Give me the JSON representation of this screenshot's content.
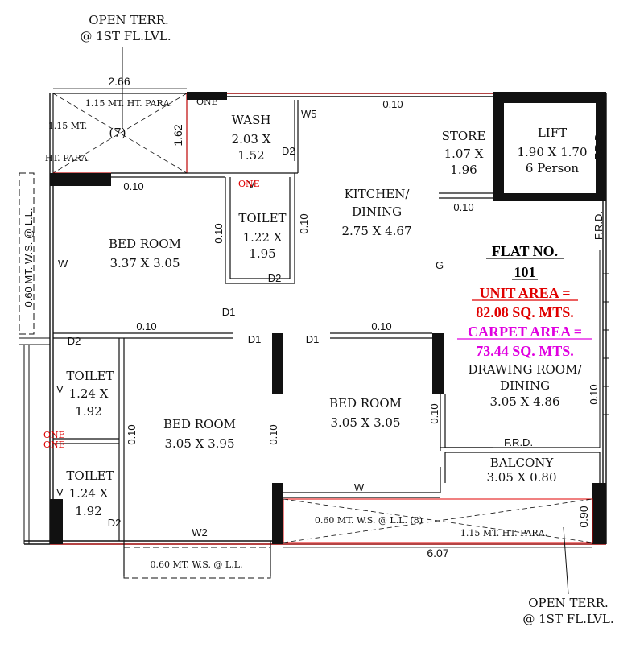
{
  "flat": {
    "title": "FLAT NO.",
    "number": "101",
    "unit_area_label": "UNIT AREA =",
    "unit_area_value": "82.08 SQ. MTS.",
    "carpet_area_label": "CARPET AREA =",
    "carpet_area_value": "73.44 SQ. MTS."
  },
  "colors": {
    "unit_area": "#e00000",
    "carpet_area": "#e000e0",
    "walls": "#111111",
    "boundary": "#e00000"
  },
  "rooms": {
    "wash": {
      "name": "WASH",
      "size": "2.03 X",
      "size2": "1.52"
    },
    "store": {
      "name": "STORE",
      "size": "1.07 X",
      "size2": "1.96"
    },
    "lift": {
      "name": "LIFT",
      "size": "1.90 X 1.70",
      "cap": "6 Person"
    },
    "kitchen": {
      "name": "KITCHEN/",
      "name2": "DINING",
      "size": "2.75 X 4.67"
    },
    "bed1": {
      "name": "BED ROOM",
      "size": "3.37 X 3.05"
    },
    "toilet1": {
      "name": "TOILET",
      "size": "1.22 X",
      "size2": "1.95"
    },
    "bed2": {
      "name": "BED ROOM",
      "size": "3.05 X 3.95"
    },
    "bed3": {
      "name": "BED ROOM",
      "size": "3.05 X 3.05"
    },
    "toilet2": {
      "name": "TOILET",
      "size": "1.24 X",
      "size2": "1.92"
    },
    "toilet3": {
      "name": "TOILET",
      "size": "1.24 X",
      "size2": "1.92"
    },
    "drawing": {
      "name": "DRAWING ROOM/",
      "name2": "DINING",
      "size": "3.05 X 4.86"
    },
    "balcony": {
      "name": "BALCONY",
      "size": "3.05 X 0.80"
    }
  },
  "terrace": {
    "top_label1": "OPEN TERR.",
    "top_label2": "@ 1ST FL.LVL.",
    "bottom_label1": "OPEN TERR.",
    "bottom_label2": "@ 1ST FL.LVL."
  },
  "annotations": {
    "para_top": "1.15 MT. HT. PARA.",
    "para_side1": "1.15 MT.",
    "para_side2": "HT. PARA.",
    "mark7": "(7)",
    "ws_left": "0.60 MT. W.S. @ L.L.",
    "ws_bottom": "0.60 MT. W.S. @ L.L.",
    "ws_balcony": "0.60 MT. W.S. @ L.L. (8)",
    "para_bottom": "1.15 MT. HT. PARA.",
    "frd": "F.R.D.",
    "one": "ONE",
    "g": "G"
  },
  "dimensions": {
    "top_width": "2.66",
    "terrace_h": "1.62",
    "bottom_width": "6.07",
    "balcony_h": "0.90",
    "wall": "0.10"
  },
  "openings": {
    "w": "W",
    "w2": "W2",
    "w5": "W5",
    "v": "V",
    "d1": "D1",
    "d2": "D2"
  }
}
